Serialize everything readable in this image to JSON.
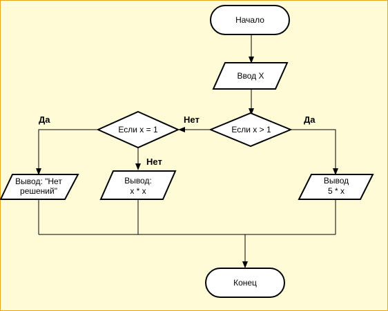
{
  "colors": {
    "background": "#FFFBD6",
    "frame": "#E8A317",
    "shape_fill": "#FFFFFF",
    "stroke": "#000000"
  },
  "nodes": {
    "start": "Начало",
    "input": "Ввод X",
    "cond_gt1": "Если x > 1",
    "cond_eq1": "Если x = 1",
    "out_none_line1": "Вывод: \"Нет",
    "out_none_line2": "решений\"",
    "out_sq_line1": "Вывод:",
    "out_sq_line2": "x * x",
    "out_5x_line1": "Вывод",
    "out_5x_line2": "5 * x",
    "end": "Конец"
  },
  "labels": {
    "gt1_yes": "Да",
    "gt1_no": "Нет",
    "eq1_yes": "Да",
    "eq1_no": "Нет"
  }
}
